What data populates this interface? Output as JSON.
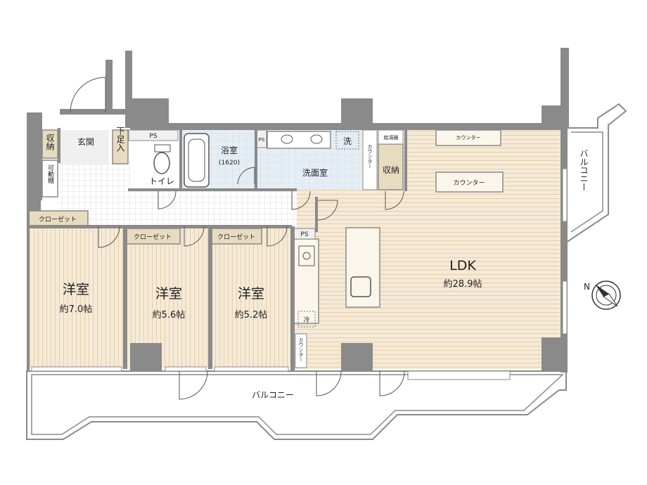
{
  "rooms": {
    "western1": {
      "name": "洋室",
      "size": "約7.0帖"
    },
    "western2": {
      "name": "洋室",
      "size": "約5.6帖"
    },
    "western3": {
      "name": "洋室",
      "size": "約5.2帖"
    },
    "ldk": {
      "name": "LDK",
      "size": "約28.9帖"
    }
  },
  "labels": {
    "genkan": "玄関",
    "shoes": "下足入",
    "storage_left": "収納",
    "movable_shelf": "可動棚",
    "closet": "クローゼット",
    "ps": "PS",
    "toilet": "トイレ",
    "bath": "浴室",
    "bath_size": "(1620)",
    "washroom": "洗面室",
    "wash_mark": "洗",
    "counter": "カウンター",
    "water_heater": "給湯器",
    "storage": "収納",
    "fridge": "冷",
    "balcony": "バルコニー"
  },
  "compass": {
    "north": "N"
  },
  "colors": {
    "wall": "#8a8a8a",
    "floor": "#f6ead6",
    "tile": "#e6eef5",
    "closet": "#e8dcc0",
    "pipe_shaft": "#f0f0f0",
    "grid": "#c4c4c4"
  }
}
